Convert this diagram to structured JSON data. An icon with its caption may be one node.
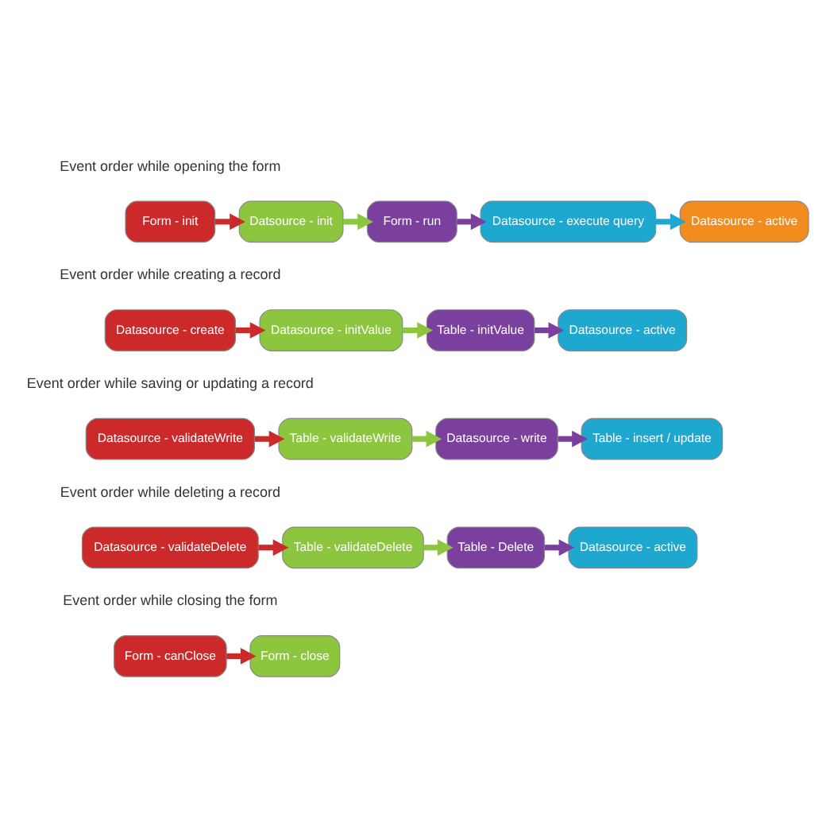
{
  "diagram": {
    "nodes": [
      {
        "text": [
          "Form - init"
        ]
      },
      {
        "text": [
          "Datsource - init"
        ]
      },
      {
        "text": [
          "Form - run"
        ]
      },
      {
        "text": [
          "Datasource - execute query"
        ]
      },
      {
        "text": [
          "Datasource - active"
        ]
      },
      {
        "text": [
          "Datasource - create"
        ]
      },
      {
        "text": [
          "Datasource - initValue"
        ]
      },
      {
        "text": [
          "Table - initValue"
        ]
      },
      {
        "text": [
          "Datasource - active"
        ]
      },
      {
        "text": [
          "Datasource - validateWrite"
        ]
      },
      {
        "text": [
          "Table - validateWrite"
        ]
      },
      {
        "text": [
          "Datasource - write"
        ]
      },
      {
        "text": [
          "Table - insert / update"
        ]
      },
      {
        "text": [
          "Datasource - validateDelete"
        ]
      },
      {
        "text": [
          "Table - validateDelete"
        ]
      },
      {
        "text": [
          "Table - Delete"
        ]
      },
      {
        "text": [
          "Datasource - active"
        ]
      },
      {
        "text": [
          "Form - canClose"
        ]
      },
      {
        "text": [
          "Form - close"
        ]
      }
    ],
    "edges": [
      {
        "from": 0,
        "to": 1,
        "arrow": "to"
      },
      {
        "from": 1,
        "to": 2,
        "arrow": "to",
        "color": "#8cc63f"
      },
      {
        "from": 2,
        "to": 3,
        "arrow": "to",
        "color": "#7b3f9e"
      },
      {
        "from": 3,
        "to": 4,
        "arrow": "to",
        "color": "#1ea7cf"
      },
      {
        "from": 5,
        "to": 6,
        "arrow": "to"
      },
      {
        "from": 6,
        "to": 7,
        "arrow": "to",
        "color": "#8cc63f"
      },
      {
        "from": 7,
        "to": 8,
        "arrow": "to",
        "color": "#7b3f9e"
      },
      {
        "from": 9,
        "to": 10,
        "arrow": "to"
      },
      {
        "from": 10,
        "to": 11,
        "arrow": "to",
        "color": "#8cc63f"
      },
      {
        "from": 11,
        "to": 12,
        "arrow": "to",
        "color": "#7b3f9e"
      },
      {
        "from": 13,
        "to": 14,
        "arrow": "to"
      },
      {
        "from": 14,
        "to": 15,
        "arrow": "to",
        "color": "#8cc63f"
      },
      {
        "from": 15,
        "to": 16,
        "arrow": "to",
        "color": "#7b3f9e"
      },
      {
        "from": 17,
        "to": 18,
        "arrow": "to"
      }
    ],
    "labels": [
      "Event order while opening the form",
      "Event order while creating a record",
      "Event order while saving or updating a record",
      "Event order while deleting a record",
      "Event order while closing the form"
    ]
  }
}
